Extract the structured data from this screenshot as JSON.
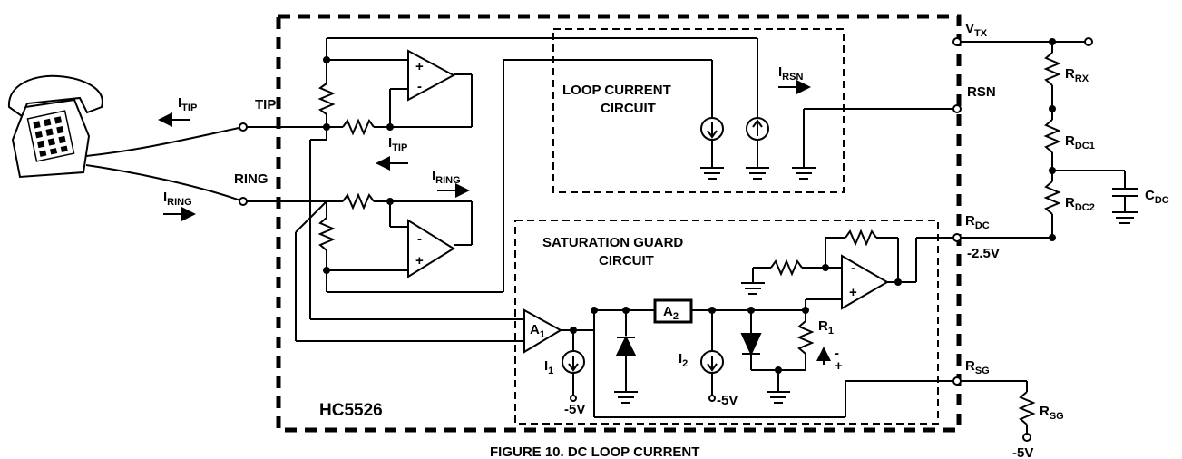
{
  "chip_label": "HC5526",
  "figure_caption": "FIGURE 10. DC LOOP CURRENT",
  "blocks": {
    "loop_current_line1": "LOOP CURRENT",
    "loop_current_line2": "CIRCUIT",
    "sat_guard_line1": "SATURATION GUARD",
    "sat_guard_line2": "CIRCUIT"
  },
  "terminals": {
    "tip": "TIP",
    "ring": "RING",
    "rsn": "RSN",
    "v_main": "V",
    "v_sub": "TX",
    "rdc_main": "R",
    "rdc_sub": "DC",
    "rsg_main": "R",
    "rsg_sub": "SG",
    "rdc_voltage": "-2.5V"
  },
  "currents": {
    "i_main": "I",
    "tip_sub": "TIP",
    "ring_sub": "RING",
    "rsn_sub": "RSN",
    "i1_sub": "1",
    "i2_sub": "2"
  },
  "components": {
    "r_main": "R",
    "rx_sub": "RX",
    "dc1_sub": "DC1",
    "dc2_sub": "DC2",
    "sg_sub": "SG",
    "r1_sub": "1",
    "c_main": "C",
    "cdc_sub": "DC",
    "a_main": "A",
    "a1_sub": "1",
    "a2_sub": "2"
  },
  "supplies": {
    "neg5": "-5V"
  },
  "signs": {
    "plus": "+",
    "minus": "-"
  }
}
